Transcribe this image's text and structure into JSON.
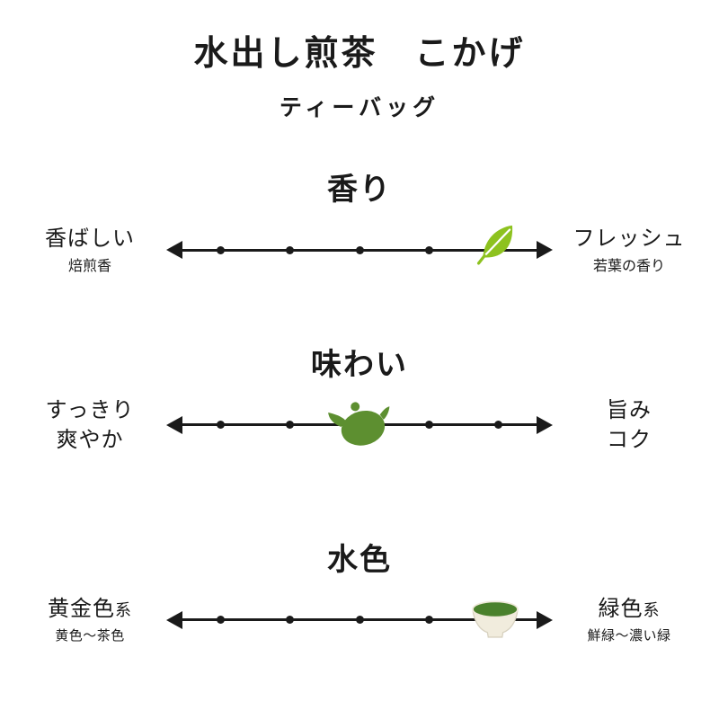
{
  "header": {
    "title": "水出し煎茶　こかげ",
    "subtitle": "ティーバッグ"
  },
  "scales": [
    {
      "title": "香り",
      "left": {
        "label": "香ばしい",
        "sub": "焙煎香"
      },
      "right": {
        "label": "フレッシュ",
        "sub": "若葉の香り"
      },
      "marker_icon": "leaf-icon",
      "value": 5,
      "max": 5
    },
    {
      "title": "味わい",
      "left": {
        "label": "すっきり",
        "sub": "爽やか"
      },
      "right": {
        "label": "旨み",
        "sub": "コク"
      },
      "marker_icon": "teapot-icon",
      "value": 3,
      "max": 5
    },
    {
      "title": "水色",
      "left": {
        "label": "黄金色",
        "label_suffix": "系",
        "sub": "黄色〜茶色"
      },
      "right": {
        "label": "緑色",
        "label_suffix": "系",
        "sub": "鮮緑〜濃い緑"
      },
      "marker_icon": "teacup-icon",
      "value": 5,
      "max": 5
    }
  ],
  "colors": {
    "axis_black": "#1a1a1a",
    "leaf_green": "#8dc21f",
    "teapot_green": "#5d8f30",
    "tea_green": "#4a812c",
    "cup_cream": "#f1ecdd"
  },
  "chart_data": {
    "type": "scatter",
    "title": "水出し煎茶 こかげ ティーバッグ",
    "description": "3 bipolar rating scales, each 5 steps, marker shows product position",
    "axes": [
      {
        "name": "香り",
        "left_end": "香ばしい（焙煎香）",
        "right_end": "フレッシュ（若葉の香り）",
        "scale_min": 1,
        "scale_max": 5,
        "value": 5,
        "marker": "leaf"
      },
      {
        "name": "味わい",
        "left_end": "すっきり・爽やか",
        "right_end": "旨み・コク",
        "scale_min": 1,
        "scale_max": 5,
        "value": 3,
        "marker": "teapot"
      },
      {
        "name": "水色",
        "left_end": "黄金色系（黄色〜茶色）",
        "right_end": "緑色系（鮮緑〜濃い緑）",
        "scale_min": 1,
        "scale_max": 5,
        "value": 5,
        "marker": "teacup"
      }
    ],
    "legend_position": "none",
    "grid": false
  }
}
